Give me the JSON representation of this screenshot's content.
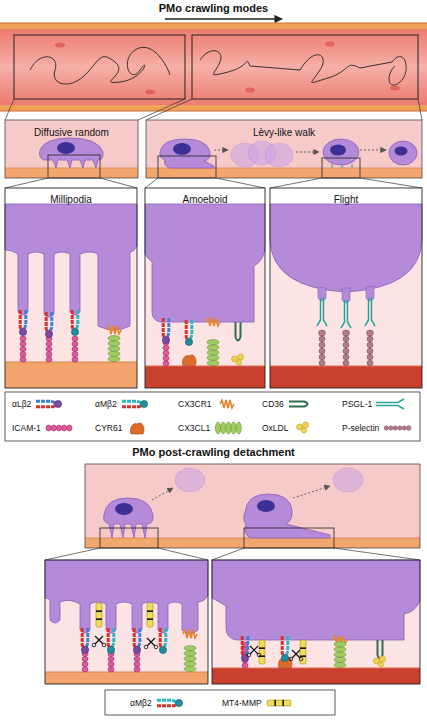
{
  "diagram": {
    "title": "PMo crawling modes",
    "nodes": [
      {
        "text": [
          "Diffusive random"
        ]
      },
      {
        "text": [
          "Lèvy-like walk"
        ]
      },
      {
        "text": [
          "Millipodia"
        ]
      },
      {
        "text": [
          "Amoeboid"
        ]
      },
      {
        "text": [
          "Flight"
        ]
      }
    ],
    "labels": [
      "PMo post-crawling detachment"
    ],
    "legend": [
      {
        "text": "αLβ2"
      },
      {
        "text": "αMβ2"
      },
      {
        "text": "CX3CR1"
      },
      {
        "text": "CD36"
      },
      {
        "text": "PSGL-1"
      },
      {
        "text": "ICAM-1"
      },
      {
        "text": "CYR61"
      },
      {
        "text": "CX3CL1"
      },
      {
        "text": "OxLDL"
      },
      {
        "text": "P-selectin"
      },
      {
        "text": "αMβ2"
      },
      {
        "text": "MT4-MMP"
      }
    ]
  }
}
